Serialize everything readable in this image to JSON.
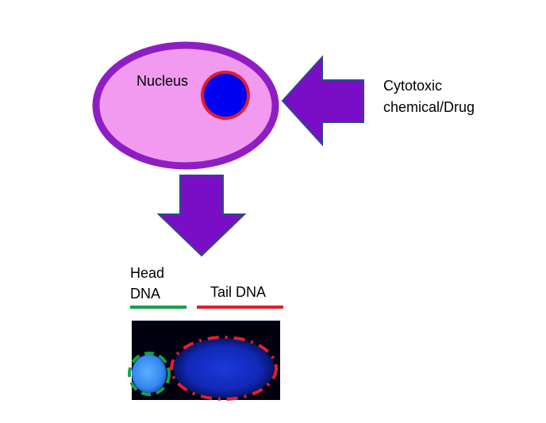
{
  "labels": {
    "nucleus": "Nucleus",
    "drug_line1": "Cytotoxic",
    "drug_line2": "chemical/Drug",
    "head_line1": "Head",
    "head_line2": "DNA",
    "tail": "Tail DNA"
  },
  "colors": {
    "cell_fill": "#f19af0",
    "cell_border": "#8e1ec4",
    "nucleus_fill": "#0000f2",
    "nucleus_border": "#e01f2a",
    "arrow_fill": "#7a0ec6",
    "arrow_border": "#2b4a8a",
    "head_marker": "#14a04a",
    "tail_marker": "#e01f2a",
    "comet_background": "#000010",
    "comet_tail": "#1636d4",
    "comet_head": "#4aa0ff"
  }
}
